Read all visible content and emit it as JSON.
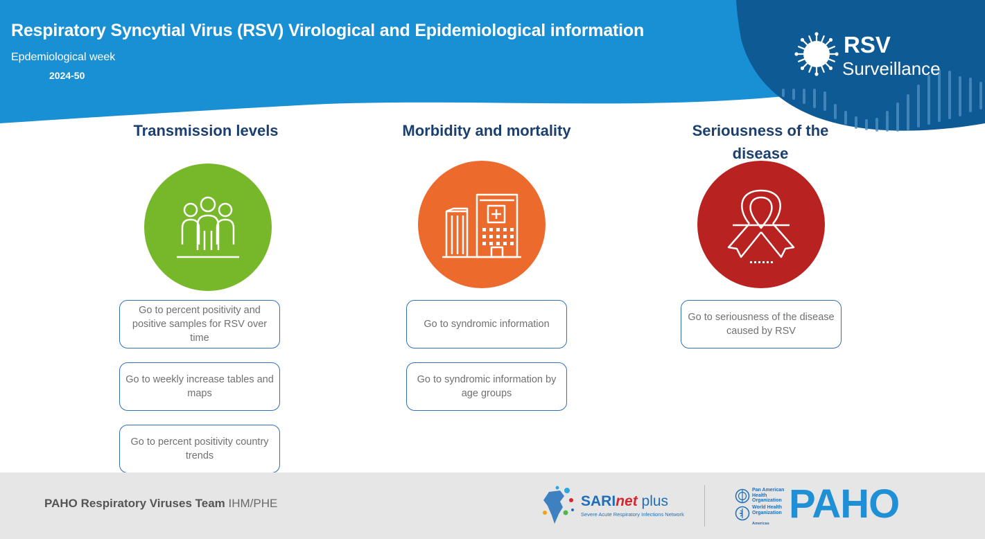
{
  "header": {
    "title": "Respiratory Syncytial Virus (RSV) Virological and Epidemiological information",
    "week_label": "Epdemiological week",
    "week_value": "2024-50",
    "logo_line1": "RSV",
    "logo_line2": "Surveillance"
  },
  "sections": [
    {
      "title": "Transmission levels",
      "icon": "people-group-icon",
      "color": "#76b82a",
      "links": [
        "Go to percent positivity and positive samples for RSV over time",
        "Go to weekly increase tables and maps",
        "Go to percent positivity country trends"
      ]
    },
    {
      "title": "Morbidity and mortality",
      "icon": "hospital-icon",
      "color": "#ec6a2c",
      "links": [
        "Go to syndromic information",
        "Go to syndromic information by age groups"
      ]
    },
    {
      "title": "Seriousness of the disease",
      "icon": "ribbon-icon",
      "color": "#b82220",
      "links": [
        "Go to seriousness of the disease caused by RSV"
      ]
    }
  ],
  "footer": {
    "team": "PAHO Respiratory Viruses Team",
    "team_unit": "IHM/PHE",
    "sarinet_name_a": "SARI",
    "sarinet_name_b": "net",
    "sarinet_name_c": " plus",
    "sarinet_sub": "Severe Acute Respiratory Infections Network",
    "paho_org": "Pan American Health Organization",
    "who_org": "World Health Organization",
    "who_region": "Americas",
    "paho_word": "PAHO"
  },
  "colors": {
    "header_blue": "#1a90d4",
    "header_dark": "#0d5a95",
    "title_navy": "#1b3f6e",
    "button_border": "#2f6fb5"
  }
}
